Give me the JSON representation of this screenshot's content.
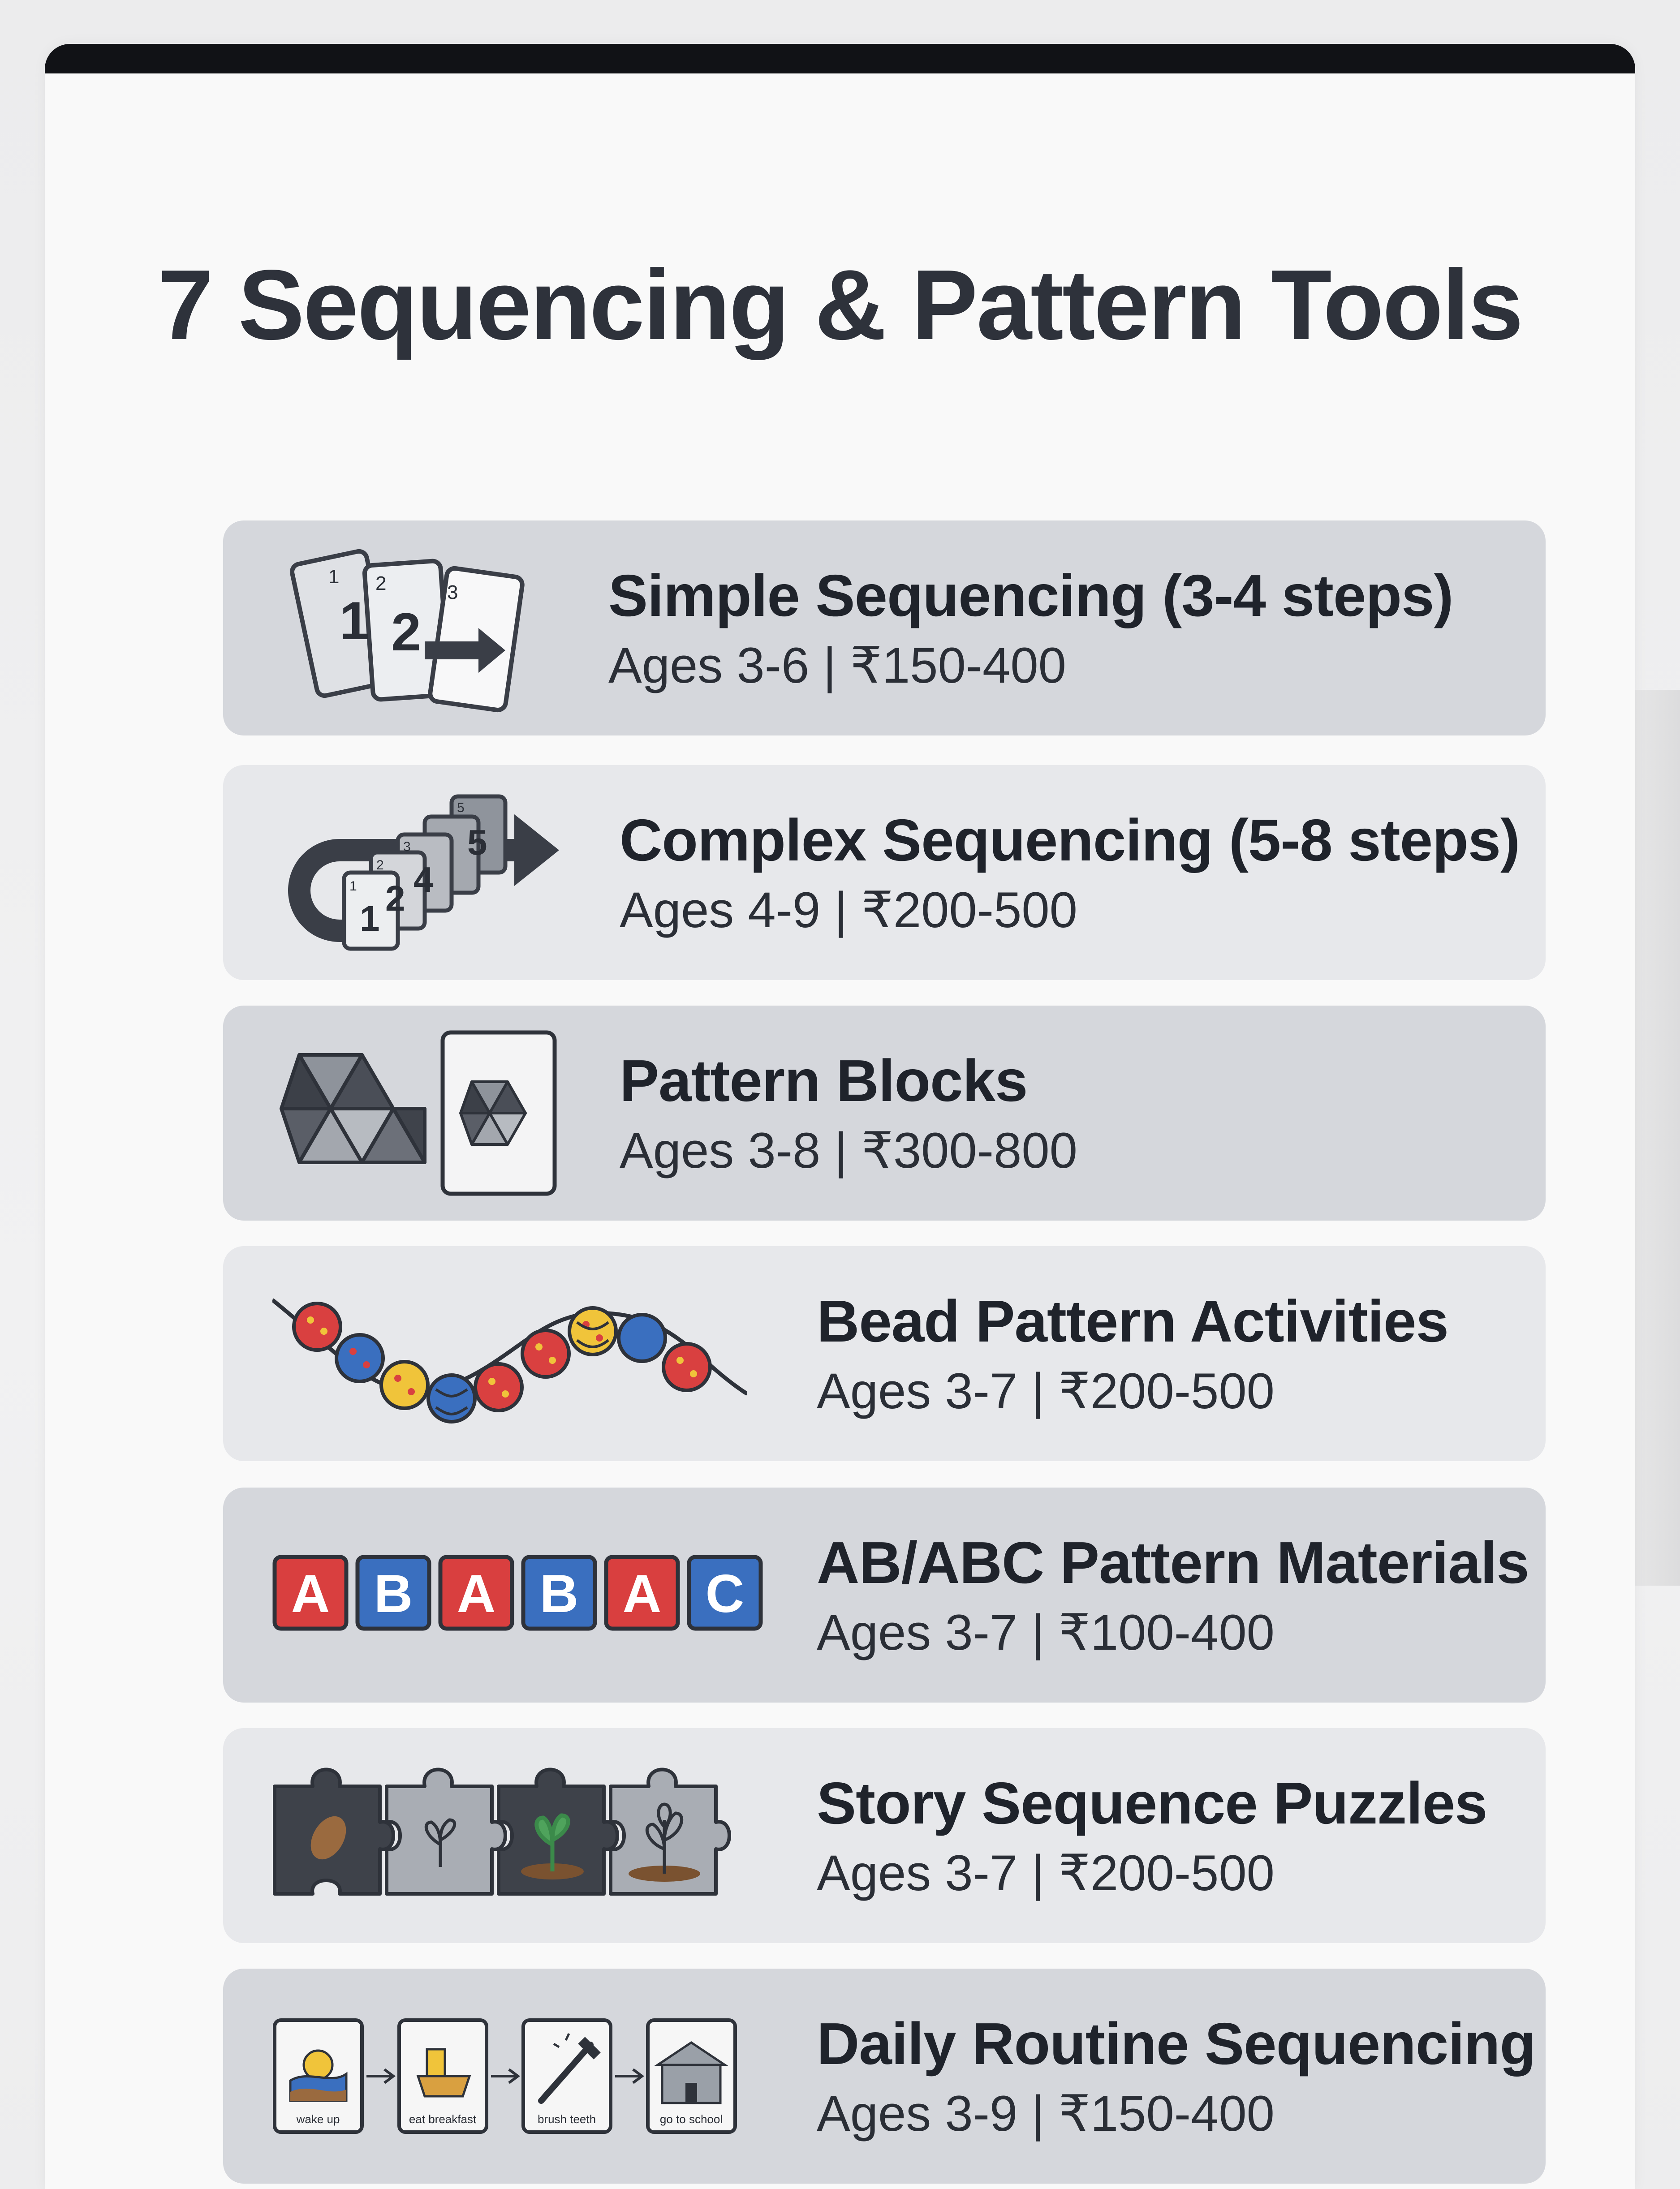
{
  "title": "7 Sequencing & Pattern Tools",
  "items": [
    {
      "name": "Simple Sequencing (3-4 steps)",
      "meta": "Ages 3-6 | ₹150-400",
      "icon": "numbered-cards-icon",
      "card_labels": [
        "1",
        "2",
        "3"
      ]
    },
    {
      "name": "Complex Sequencing (5-8 steps)",
      "meta": "Ages 4-9 | ₹200-500",
      "icon": "looping-cards-arrow-icon",
      "card_labels": [
        "1",
        "2",
        "3",
        "4",
        "5"
      ]
    },
    {
      "name": "Pattern Blocks",
      "meta": "Ages 3-8 | ₹300-800",
      "icon": "pattern-blocks-icon"
    },
    {
      "name": "Bead Pattern Activities",
      "meta": "Ages 3-7 | ₹200-500",
      "icon": "bead-string-icon"
    },
    {
      "name": "AB/ABC Pattern Materials",
      "meta": "Ages 3-7 | ₹100-400",
      "icon": "letter-tiles-icon",
      "tiles": [
        "A",
        "B",
        "A",
        "B",
        "A",
        "C"
      ]
    },
    {
      "name": "Story Sequence Puzzles",
      "meta": "Ages 3-7 | ₹200-500",
      "icon": "puzzle-pieces-icon"
    },
    {
      "name": "Daily Routine Sequencing",
      "meta": "Ages 3-9 | ₹150-400",
      "icon": "routine-cards-icon",
      "routine_labels": [
        "wake up",
        "eat breakfast",
        "brush teeth",
        "go to school"
      ]
    }
  ],
  "colors": {
    "frame": "#111216",
    "row_dark": "#d5d7dc",
    "row_light": "#e7e8eb",
    "tile_red": "#d93f3f",
    "tile_blue": "#3a6fbf",
    "bead_yellow": "#f0c43a"
  }
}
